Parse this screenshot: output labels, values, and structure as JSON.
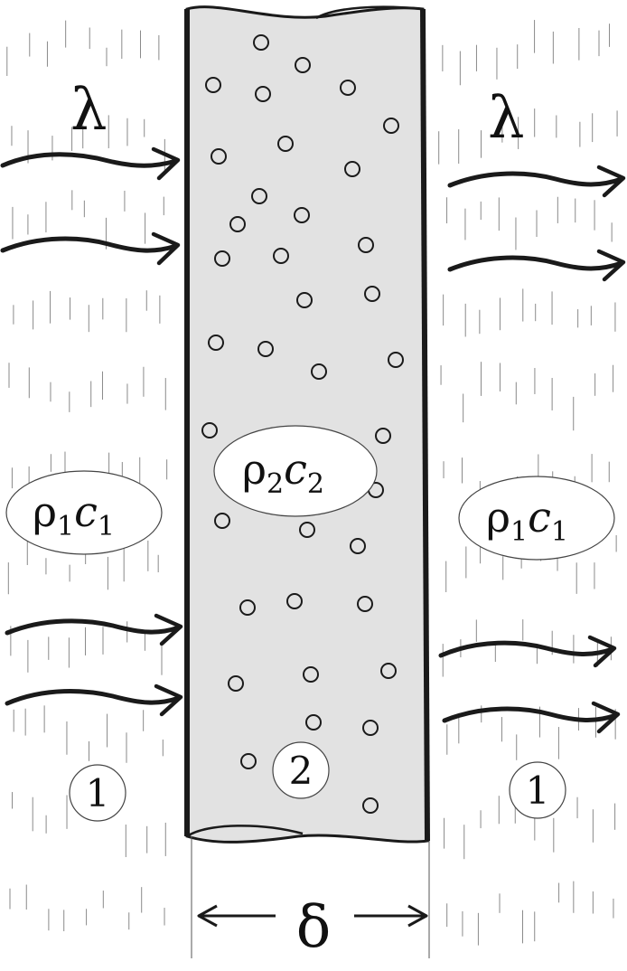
{
  "labels": {
    "wavelength_left": "λ",
    "wavelength_right": "λ",
    "medium1_left": {
      "base": "ρ",
      "sub1": "1",
      "mid": "c",
      "sub2": "1"
    },
    "medium1_right": {
      "base": "ρ",
      "sub1": "1",
      "mid": "c",
      "sub2": "1"
    },
    "medium2": {
      "base": "ρ",
      "sub1": "2",
      "mid": "c",
      "sub2": "2"
    },
    "region_left": "1",
    "region_center": "2",
    "region_right": "1",
    "thickness": "δ"
  },
  "colors": {
    "slab_fill": "#e2e2e2",
    "stroke": "#1a1a1a",
    "hatch": "#8a8a8a"
  }
}
